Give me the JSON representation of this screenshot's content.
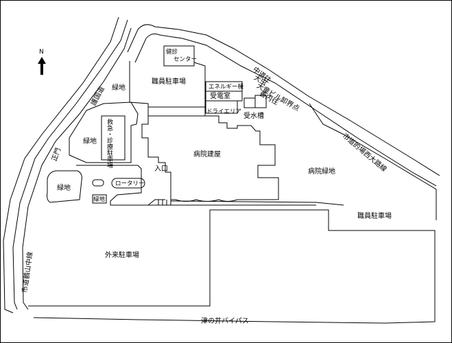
{
  "compass": {
    "north": "N",
    "icon": "north-arrow-icon"
  },
  "labels": {
    "kenshin_center_line1": "健診",
    "kenshin_center_line2": "センター",
    "staff_parking_top": "職員駐車場",
    "green_top": "緑地",
    "energy_building": "エネルギー棟",
    "substation": "受電室",
    "dry_area": "ドライエリア",
    "water_tank": "受水槽",
    "hospital_building": "病院建屋",
    "hospital_green": "病院緑地",
    "green_left": "緑地",
    "emergency_parking": "救急・診療駐車場",
    "entrance": "入口",
    "rotary": "ロータリー",
    "green_lower_left": "緑地",
    "green_small": "緑地",
    "staff_parking_right": "職員駐車場",
    "outpatient_parking": "外来駐車場",
    "bypass": "津の井バイパス",
    "main_gate": "正門",
    "road_left_upper": "護国道",
    "road_left_lower": "市道鶴山中線",
    "nakamichi": "中道往",
    "shrine1": "大虫",
    "shrine2": "大童ビル卸界点",
    "shrine3": "善内往",
    "road_right": "市道的場西大路線"
  }
}
